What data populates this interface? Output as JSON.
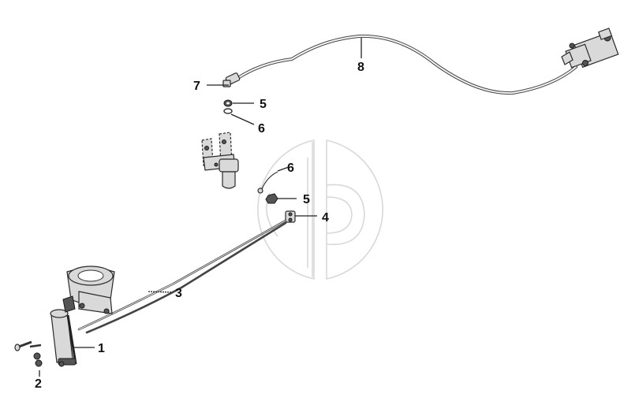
{
  "diagram": {
    "callouts": [
      {
        "id": "c1",
        "label": "1",
        "part": "cylinder"
      },
      {
        "id": "c2",
        "label": "2",
        "part": "bolt"
      },
      {
        "id": "c3",
        "label": "3",
        "part": "lower-cable"
      },
      {
        "id": "c4",
        "label": "4",
        "part": "cable-clamp"
      },
      {
        "id": "c5a",
        "label": "5",
        "part": "nut-upper"
      },
      {
        "id": "c5b",
        "label": "5",
        "part": "nut-lower"
      },
      {
        "id": "c6a",
        "label": "6",
        "part": "washer-upper"
      },
      {
        "id": "c6b",
        "label": "6",
        "part": "washer-lower"
      },
      {
        "id": "c7",
        "label": "7",
        "part": "hose-fitting"
      },
      {
        "id": "c8",
        "label": "8",
        "part": "hydraulic-hose"
      }
    ]
  },
  "colors": {
    "line": "#2a2a2a",
    "part_fill": "#d9d9d9",
    "watermark": "#d8d8d8",
    "background": "#ffffff"
  }
}
